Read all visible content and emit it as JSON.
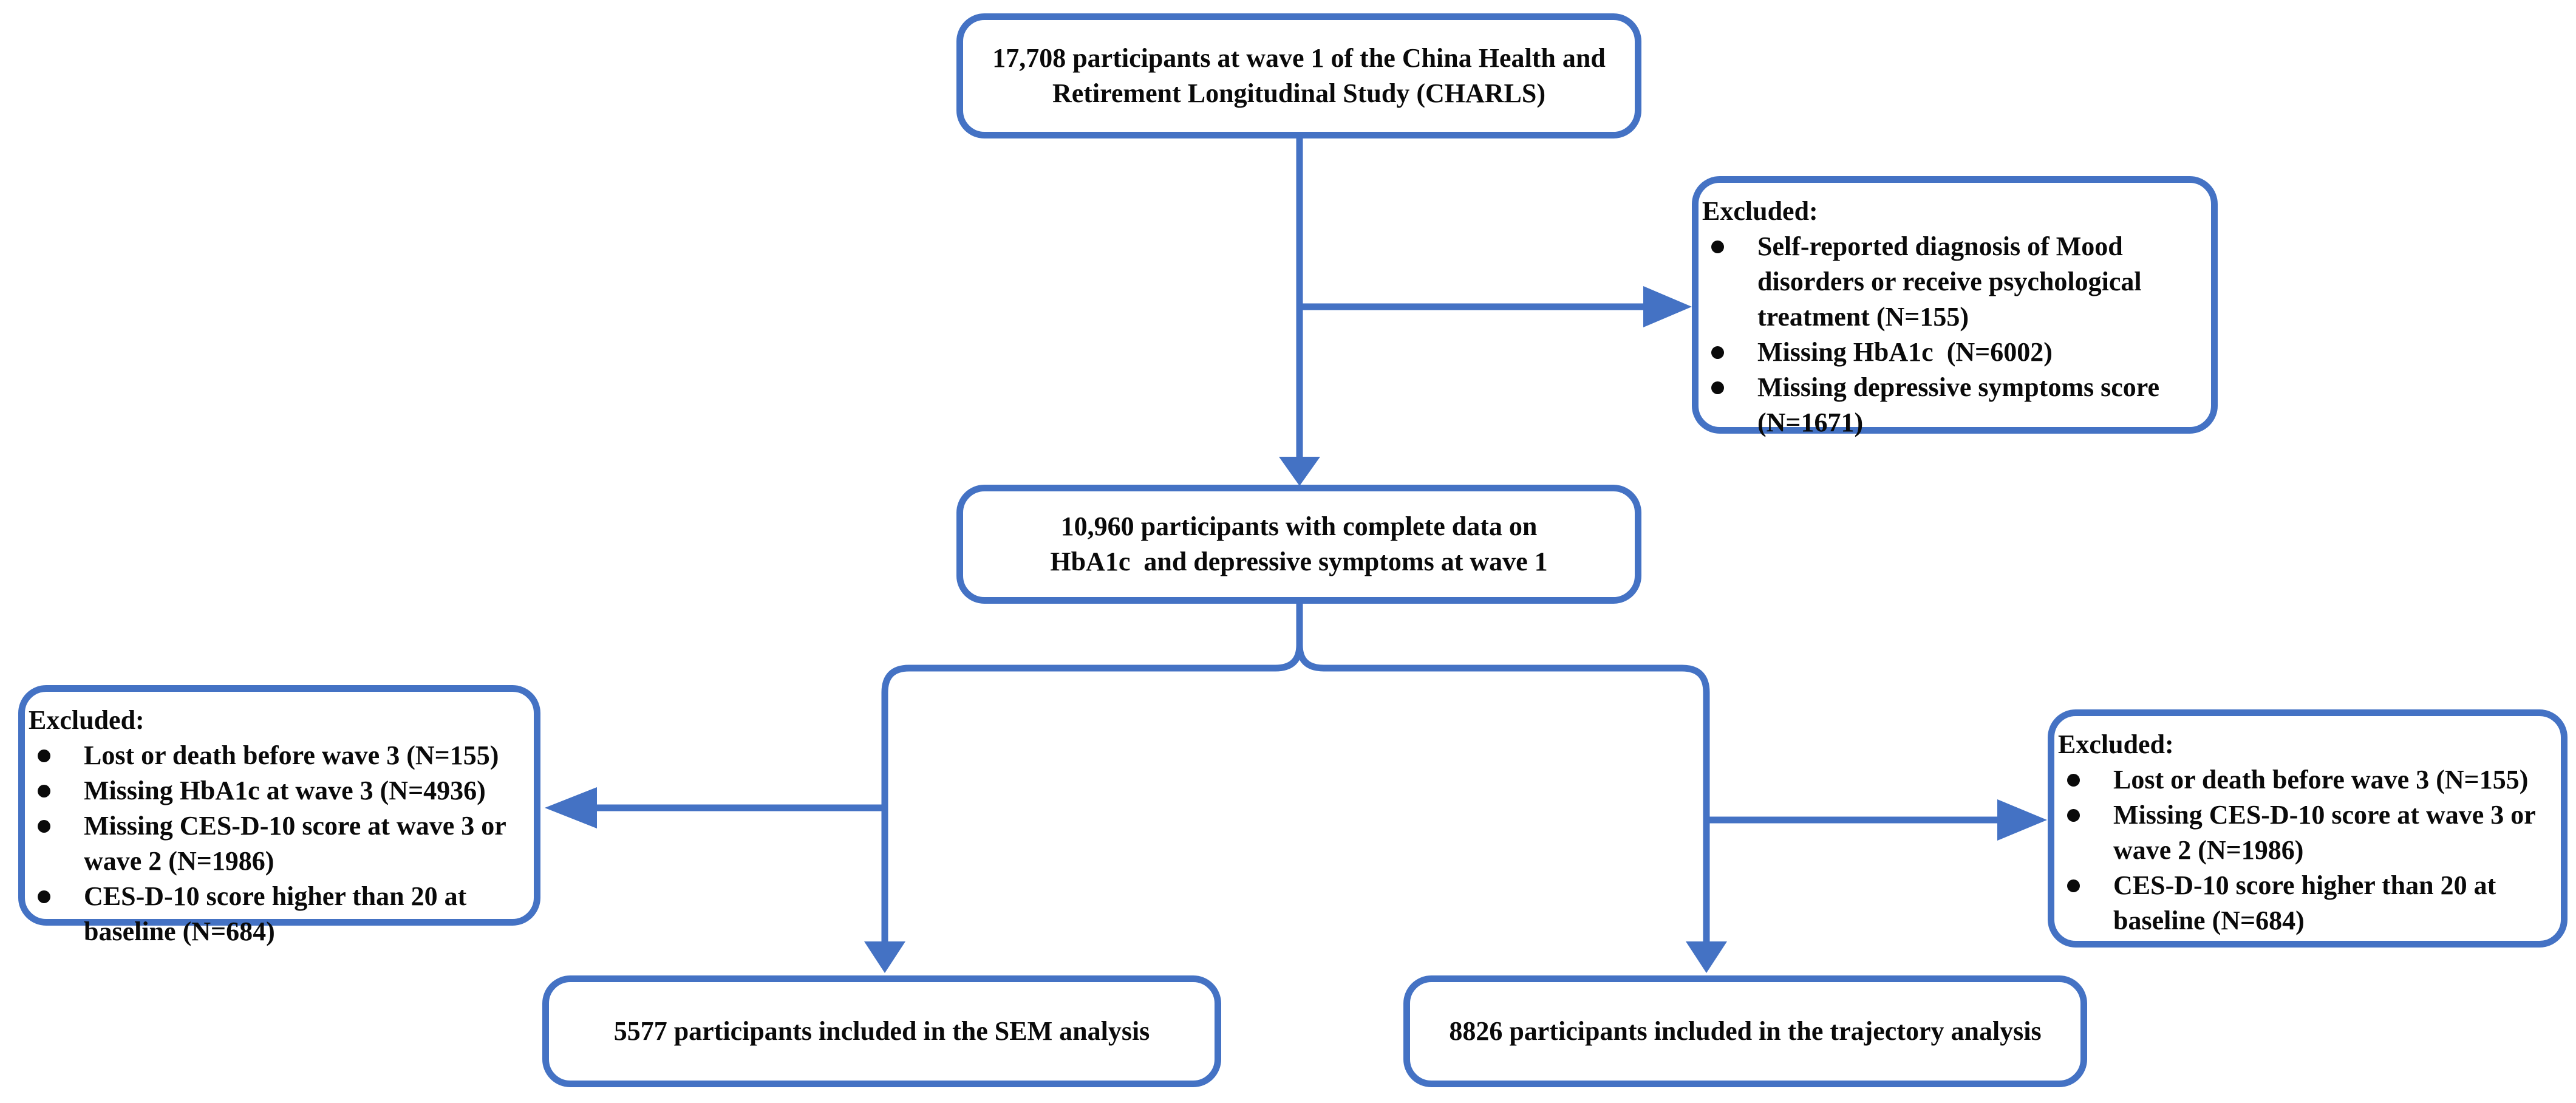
{
  "figure": {
    "type": "participant-flow-diagram",
    "accent_color": "#4472C4",
    "text_color": "#0a0a0a",
    "background_color": "#ffffff"
  },
  "boxes": {
    "wave1": {
      "lines": [
        "17,708 participants at wave 1 of the China Health and",
        "Retirement Longitudinal Study (CHARLS)"
      ]
    },
    "excluded_wave1": {
      "title": "Excluded:",
      "bullets": [
        "Self-reported diagnosis of Mood disorders or receive psychological treatment (N=155)",
        "Missing HbA1c  (N=6002)",
        "Missing depressive symptoms score (N=1671)"
      ]
    },
    "complete_data": {
      "lines": [
        "10,960 participants with complete data on",
        "HbA1c  and depressive symptoms at wave 1"
      ]
    },
    "excluded_sem": {
      "title": "Excluded:",
      "bullets": [
        "Lost or death before wave 3 (N=155)",
        "Missing HbA1c at wave 3 (N=4936)",
        "Missing CES-D-10 score at wave 3 or wave 2 (N=1986)",
        "CES-D-10 score higher than 20 at baseline (N=684)"
      ]
    },
    "excluded_trajectory": {
      "title": "Excluded:",
      "bullets": [
        "Lost or death before wave 3 (N=155)",
        "Missing CES-D-10 score at wave 3 or wave 2 (N=1986)",
        "CES-D-10 score higher than 20 at baseline (N=684)"
      ]
    },
    "sem": {
      "lines": [
        "5577 participants included in the SEM analysis"
      ]
    },
    "trajectory": {
      "lines": [
        "8826 participants included in the trajectory analysis"
      ]
    }
  }
}
